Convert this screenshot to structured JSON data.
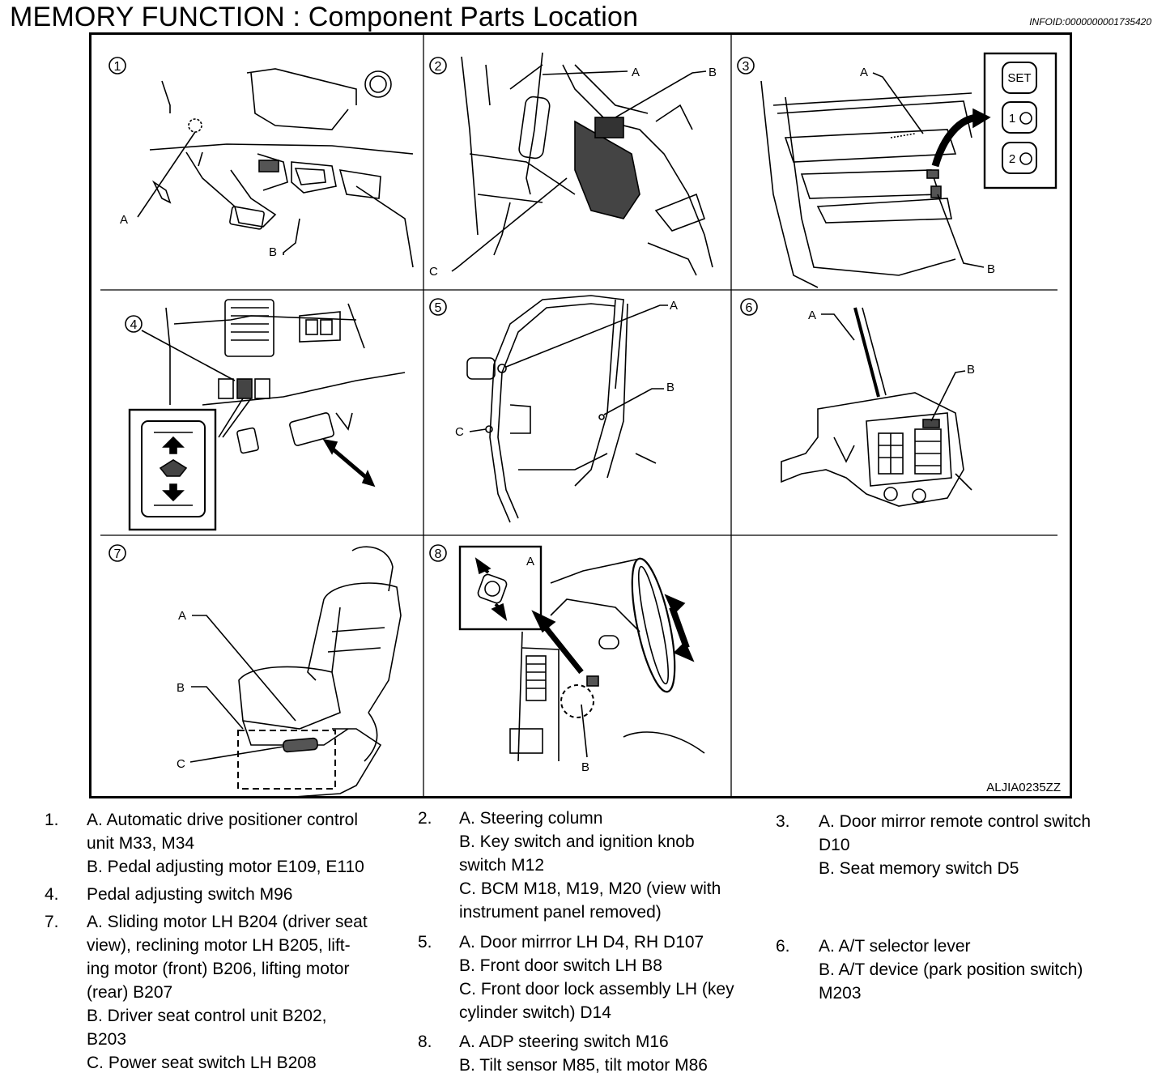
{
  "header": {
    "title": "MEMORY FUNCTION : Component Parts Location",
    "info_id": "INFOID:0000000001735420"
  },
  "figure": {
    "code": "ALJIA0235ZZ",
    "panels": [
      {
        "number": "1",
        "callouts": [
          "A",
          "B"
        ]
      },
      {
        "number": "2",
        "callouts": [
          "A",
          "B",
          "C"
        ]
      },
      {
        "number": "3",
        "callouts": [
          "A",
          "B"
        ],
        "switch_labels": [
          "SET",
          "1",
          "2"
        ]
      },
      {
        "number": "4"
      },
      {
        "number": "5",
        "callouts": [
          "A",
          "B",
          "C"
        ]
      },
      {
        "number": "6",
        "callouts": [
          "A",
          "B"
        ]
      },
      {
        "number": "7",
        "callouts": [
          "A",
          "B",
          "C"
        ]
      },
      {
        "number": "8",
        "callouts": [
          "A",
          "B"
        ]
      }
    ]
  },
  "legend": {
    "col1": [
      {
        "num": "1.",
        "lines": [
          "A. Automatic drive positioner control",
          "unit M33, M34",
          "B. Pedal adjusting motor E109, E110"
        ]
      },
      {
        "num": "4.",
        "lines": [
          "Pedal adjusting switch M96"
        ]
      },
      {
        "num": "7.",
        "lines": [
          "A. Sliding motor LH B204 (driver seat",
          "view), reclining motor LH B205, lift-",
          "ing motor (front) B206, lifting motor",
          "(rear) B207",
          "B. Driver seat control unit B202,",
          "B203",
          "C. Power seat switch LH B208"
        ]
      }
    ],
    "col2": [
      {
        "num": "2.",
        "lines": [
          "A. Steering column",
          "B. Key switch and ignition knob",
          "switch M12",
          "C. BCM M18, M19, M20 (view with",
          "instrument panel removed)"
        ]
      },
      {
        "num": "5.",
        "lines": [
          "A. Door mirrror LH D4, RH D107",
          "B. Front door switch LH B8",
          "C. Front door lock assembly LH (key",
          "cylinder switch) D14"
        ]
      },
      {
        "num": "8.",
        "lines": [
          "A. ADP steering switch M16",
          "B. Tilt sensor M85, tilt motor M86"
        ]
      }
    ],
    "col3": [
      {
        "num": "3.",
        "lines": [
          "A. Door mirror remote control switch",
          "D10",
          "B. Seat memory switch D5"
        ]
      },
      {
        "num": "6.",
        "lines": [
          "A. A/T selector lever",
          "B. A/T device (park position switch)",
          "M203"
        ]
      }
    ]
  }
}
